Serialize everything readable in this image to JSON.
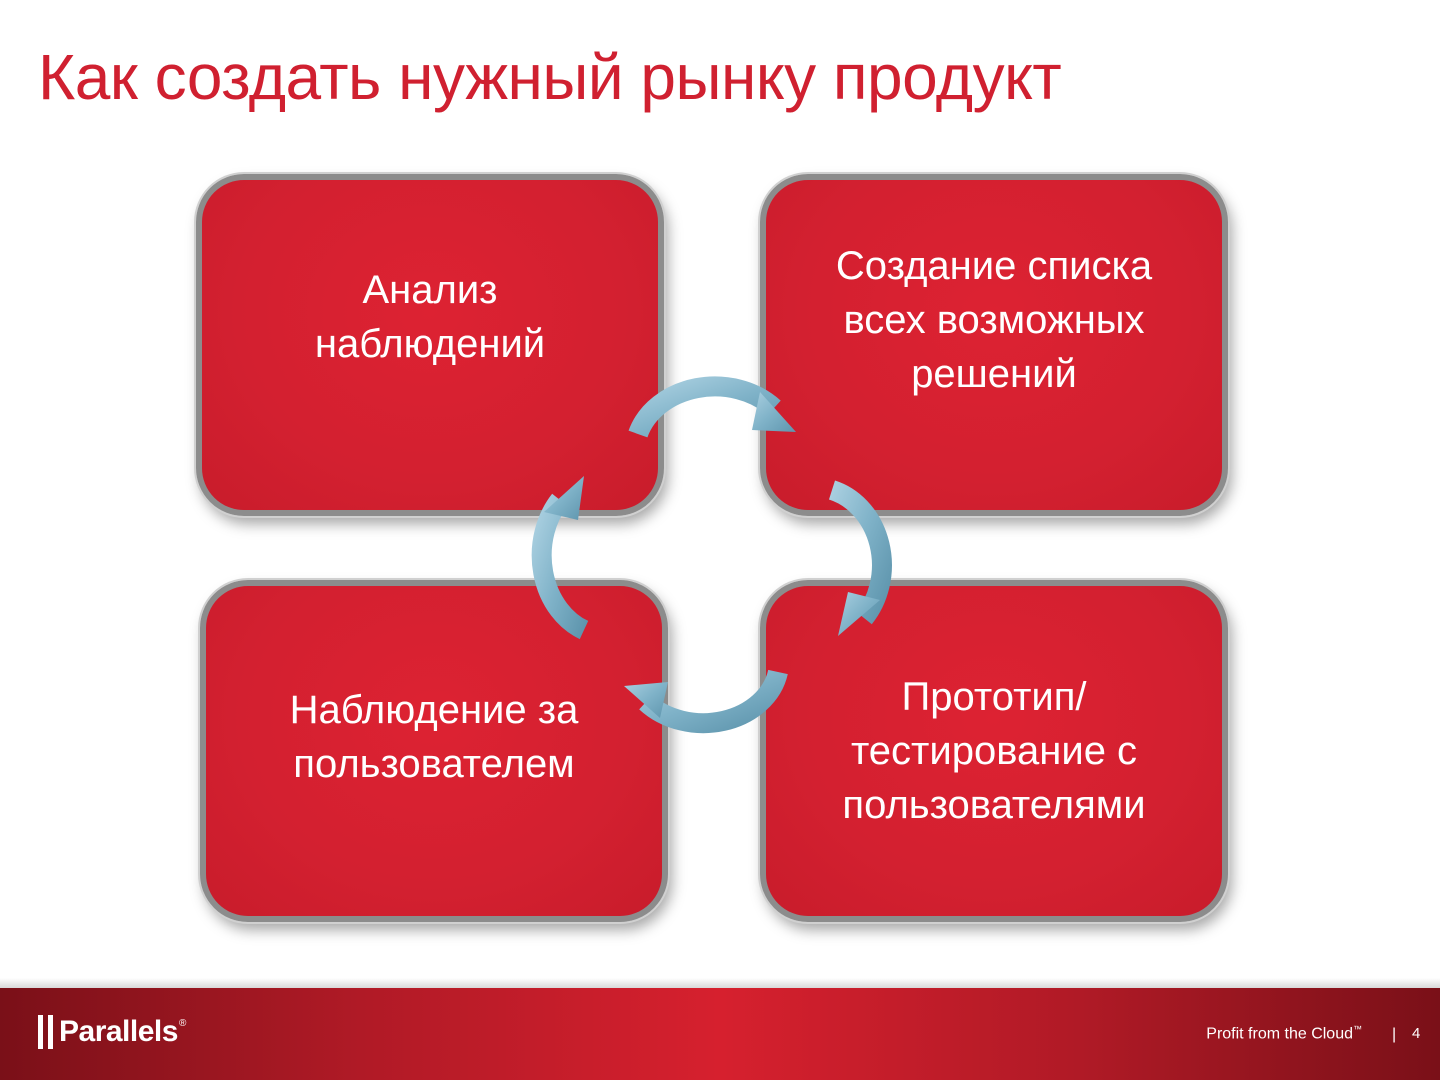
{
  "slide": {
    "title": "Как создать нужный рынку продукт"
  },
  "boxes": {
    "top_left": "Анализ\nнаблюдений",
    "top_right": "Создание списка\nвсех возможных\nрешений",
    "bottom_left": "Наблюдение за\nпользователем",
    "bottom_right": "Прототип/\nтестирование с\nпользователями"
  },
  "colors": {
    "title": "#d02030",
    "box_fill": "#d32030",
    "box_border": "#8c8c8c",
    "arrow": "#7fb2c8",
    "footer": "#c41c2a"
  },
  "footer": {
    "logo_text": "Parallels",
    "logo_mark": "®",
    "tagline": "Profit from the Cloud",
    "tagline_mark": "™",
    "separator": "|",
    "page_number": "4"
  }
}
